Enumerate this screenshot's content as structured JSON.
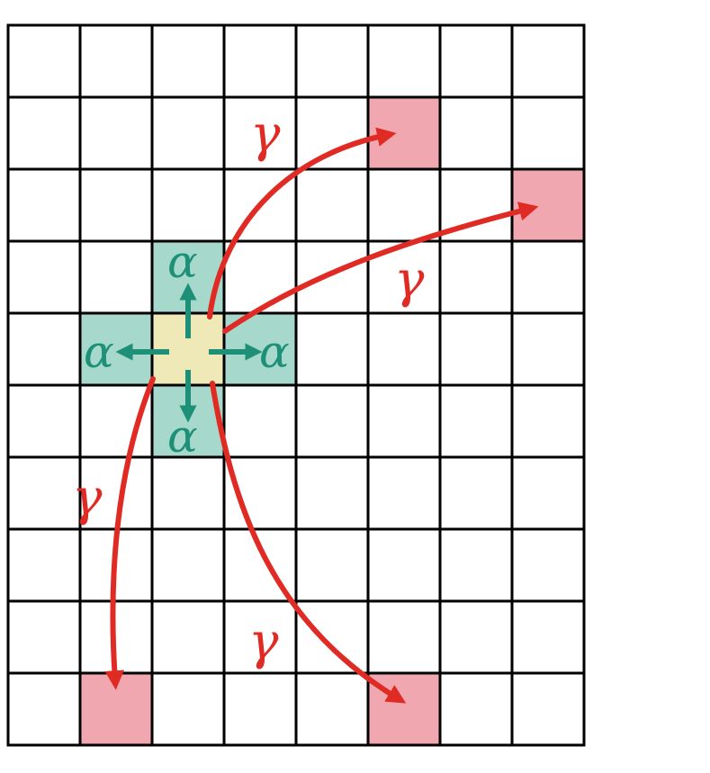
{
  "grid": {
    "cols": 8,
    "rows": 10,
    "line_color": "#000000"
  },
  "center_cell": {
    "col": 2,
    "row": 4,
    "fill": "#efe9b8"
  },
  "neighbor_cells": {
    "fill": "#a6d9cc",
    "cells": [
      {
        "col": 2,
        "row": 3
      },
      {
        "col": 1,
        "row": 4
      },
      {
        "col": 3,
        "row": 4
      },
      {
        "col": 2,
        "row": 5
      }
    ]
  },
  "target_cells": {
    "fill": "#f0a7b0",
    "cells": [
      {
        "col": 5,
        "row": 1
      },
      {
        "col": 7,
        "row": 2
      },
      {
        "col": 1,
        "row": 9
      },
      {
        "col": 5,
        "row": 9
      }
    ]
  },
  "colors": {
    "alpha_arrow": "#1f9078",
    "gamma_arrow": "#e02b25"
  },
  "labels": {
    "alpha": "α",
    "gamma": "γ"
  },
  "icons": {
    "short_arrow": "arrow-icon",
    "long_arrow": "curved-arrow-icon"
  }
}
